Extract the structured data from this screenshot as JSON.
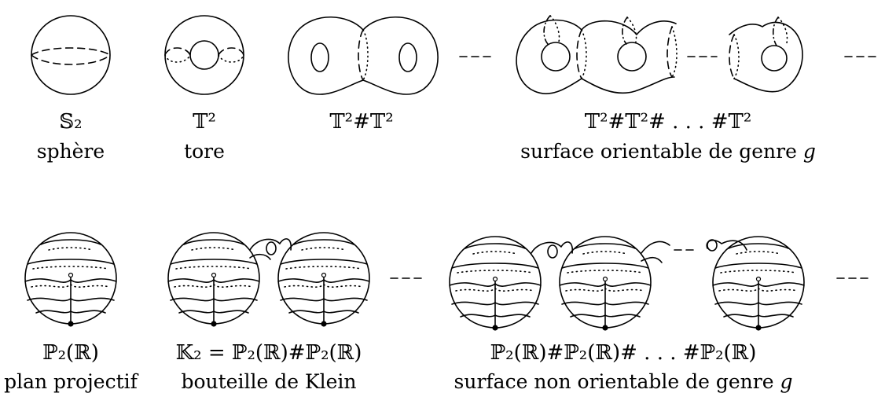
{
  "top_row": {
    "sphere": {
      "symbol": "𝕊₂",
      "label": "sphère"
    },
    "torus": {
      "symbol": "𝕋²",
      "label": "tore"
    },
    "double_torus": {
      "symbol": "𝕋²#𝕋²"
    },
    "genus_g": {
      "symbol": "𝕋²#𝕋²# . . . #𝕋²",
      "label_prefix": "surface orientable de genre ",
      "label_var": "g"
    }
  },
  "bottom_row": {
    "projective_plane": {
      "symbol": "ℙ₂(ℝ)",
      "label": "plan projectif"
    },
    "klein_bottle": {
      "symbol": "𝕂₂ = ℙ₂(ℝ)#ℙ₂(ℝ)",
      "label": "bouteille de Klein"
    },
    "nonorientable_g": {
      "symbol": "ℙ₂(ℝ)#ℙ₂(ℝ)# . . . #ℙ₂(ℝ)",
      "label_prefix": "surface non orientable de genre ",
      "label_var": "g"
    }
  },
  "icons": {
    "ellipsis": "ellipsis-dash-icon",
    "crosscap": "crosscap-ball-icon"
  }
}
